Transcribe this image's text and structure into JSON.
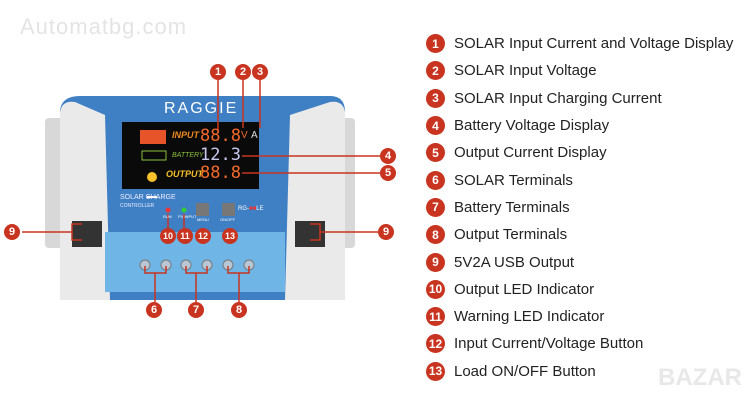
{
  "watermark": "Automatbg.com",
  "watermark2": "BAZAR",
  "device": {
    "brand": "RAGGIE",
    "input": "INPUT",
    "battery": "BATTERY",
    "output": "OUTPUT",
    "input_value": "88.8",
    "battery_value": "12.3",
    "output_value": "88.8",
    "unit_v": "V",
    "unit_a": "A",
    "title1": "SOLAR CHARGE",
    "title2": "CONTROLLER",
    "run": "RUN",
    "pv": "PV INPUT",
    "menu": "MENU",
    "onoff": "ON/OFF",
    "model": "RG-",
    "model_suffix": "LE"
  },
  "legend": [
    {
      "n": "1",
      "label": "SOLAR Input Current and Voltage Display"
    },
    {
      "n": "2",
      "label": "SOLAR Input Voltage"
    },
    {
      "n": "3",
      "label": "SOLAR Input Charging Current"
    },
    {
      "n": "4",
      "label": "Battery Voltage Display"
    },
    {
      "n": "5",
      "label": "Output Current Display"
    },
    {
      "n": "6",
      "label": "SOLAR Terminals"
    },
    {
      "n": "7",
      "label": "Battery Terminals"
    },
    {
      "n": "8",
      "label": "Output Terminals"
    },
    {
      "n": "9",
      "label": "5V2A USB Output"
    },
    {
      "n": "10",
      "label": "Output LED Indicator"
    },
    {
      "n": "11",
      "label": "Warning LED Indicator"
    },
    {
      "n": "12",
      "label": "Input Current/Voltage Button"
    },
    {
      "n": "13",
      "label": "Load ON/OFF Button"
    }
  ],
  "colors": {
    "accent": "#c8341f",
    "blue": "#3f7fc4"
  }
}
